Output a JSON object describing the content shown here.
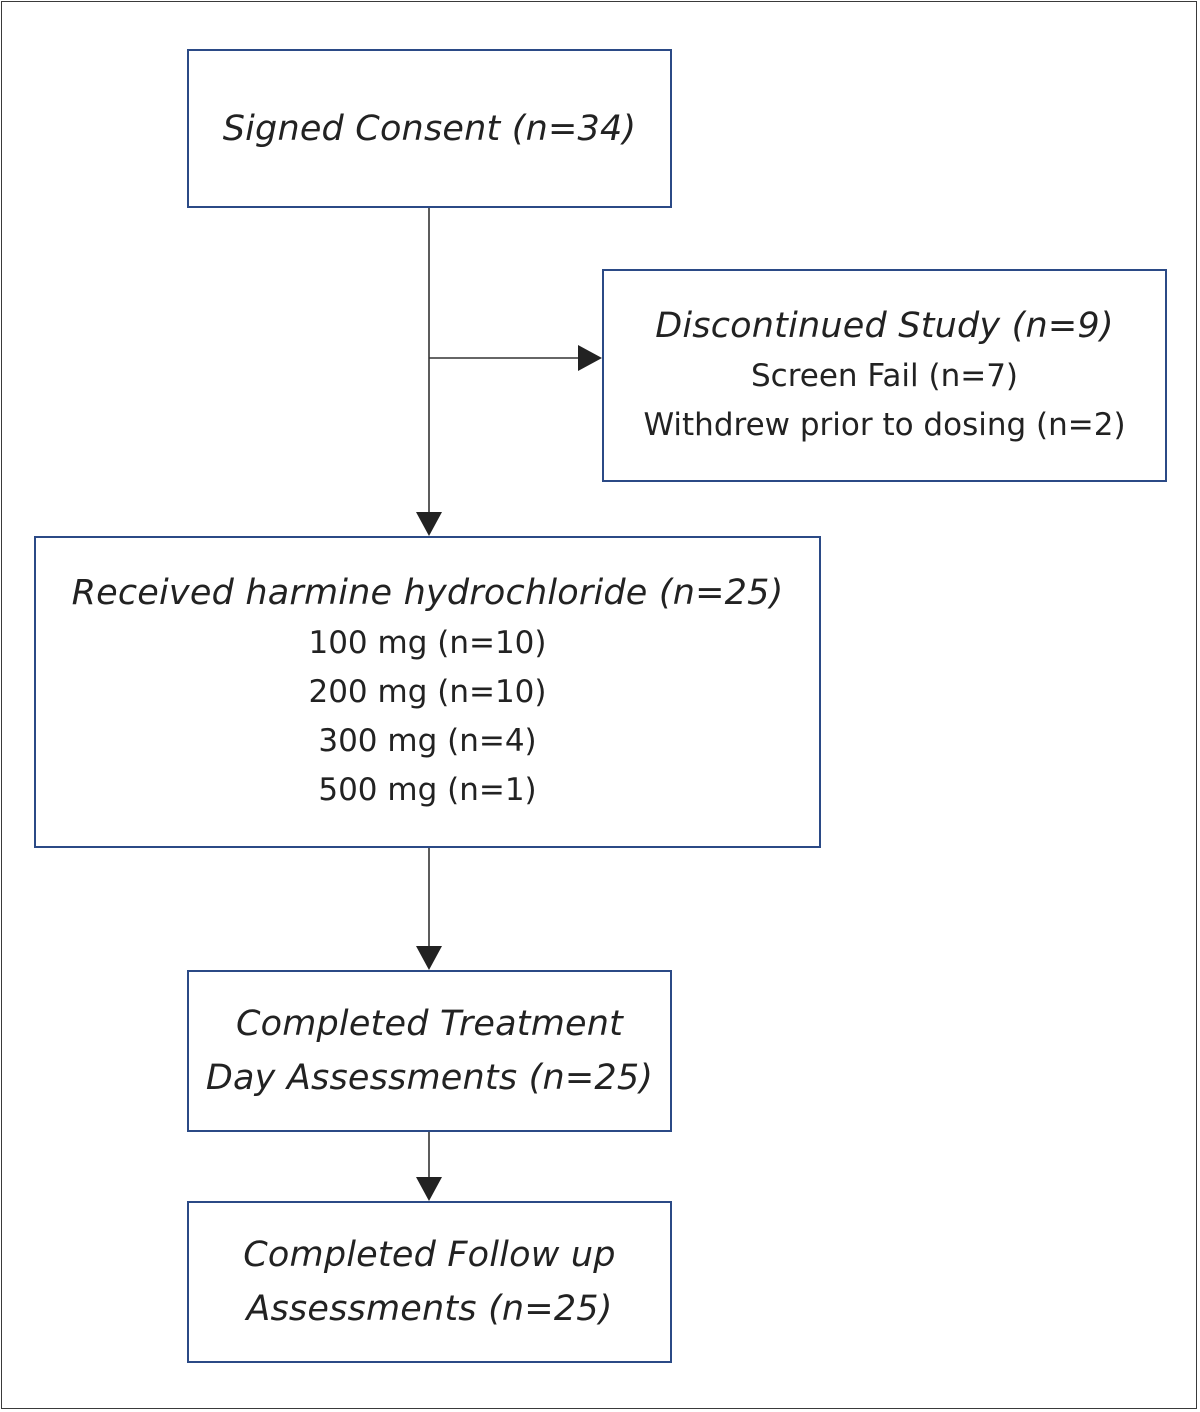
{
  "flow": {
    "consent": {
      "title": "Signed Consent (n=34)"
    },
    "discontinued": {
      "title": "Discontinued Study (n=9)",
      "lines": [
        "Screen Fail (n=7)",
        "Withdrew prior to dosing (n=2)"
      ]
    },
    "received": {
      "title": "Received harmine hydrochloride (n=25)",
      "doses": [
        "100 mg (n=10)",
        "200 mg (n=10)",
        "300 mg (n=4)",
        "500 mg (n=1)"
      ]
    },
    "treatment": {
      "title_lines": [
        "Completed Treatment",
        "Day Assessments (n=25)"
      ]
    },
    "followup": {
      "title_lines": [
        "Completed Follow up",
        "Assessments (n=25)"
      ]
    }
  },
  "colors": {
    "box_border": "#2b4a86",
    "connector": "#333333",
    "frame": "#3a3a3a"
  }
}
